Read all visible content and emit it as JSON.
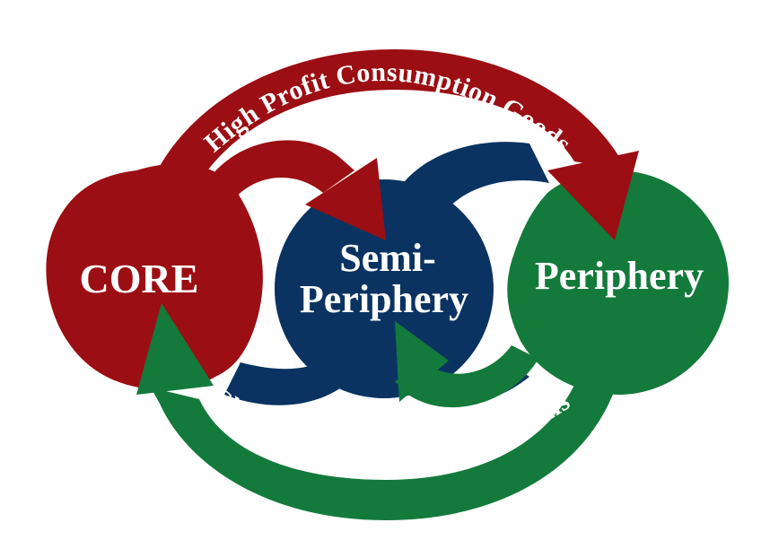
{
  "colors": {
    "core": "#9b0e13",
    "semi_periphery": "#0a3362",
    "periphery": "#137a3b",
    "text": "#ffffff"
  },
  "nodes": {
    "core": {
      "label": "CORE"
    },
    "semi_periphery": {
      "label_line1": "Semi-",
      "label_line2": "Periphery"
    },
    "periphery": {
      "label": "Periphery"
    }
  },
  "flows": {
    "top": {
      "label": "High Profit Consumption Goods"
    },
    "bottom": {
      "label": "Cheap Labor and Raw Materials"
    }
  }
}
